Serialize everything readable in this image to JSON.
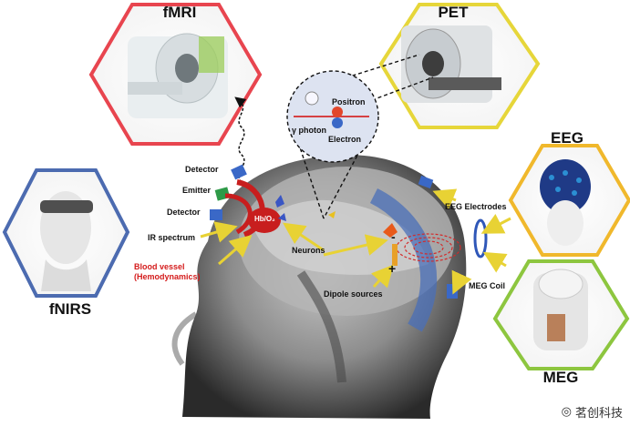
{
  "modalities": {
    "fmri": "fMRI",
    "pet": "PET",
    "eeg": "EEG",
    "fnirs": "fNIRS",
    "meg": "MEG"
  },
  "labels": {
    "detector_top": "Detector",
    "emitter": "Emitter",
    "detector_bottom": "Detector",
    "ir_spectrum": "IR spectrum",
    "blood_vessel": "Blood vessel",
    "hemodynamics": "(Hemodynamics)",
    "neurons": "Neurons",
    "dipole_sources": "Dipole sources",
    "eeg_electrodes": "EEG Electrodes",
    "meg_coil": "MEG Coil",
    "positron": "Positron",
    "gamma_photon": "γ photon",
    "electron": "Electron",
    "hb_o2": "Hb/O₂",
    "plus": "+",
    "minus": "-"
  },
  "watermark": "茗创科技",
  "colors": {
    "fmri_hex": "#e8454f",
    "pet_hex": "#e6d63a",
    "eeg_hex": "#f0b82c",
    "fnirs_hex": "#4c6bb0",
    "meg_hex": "#8dc63f",
    "arrow": "#e8d234",
    "blood": "#d41c1c"
  }
}
